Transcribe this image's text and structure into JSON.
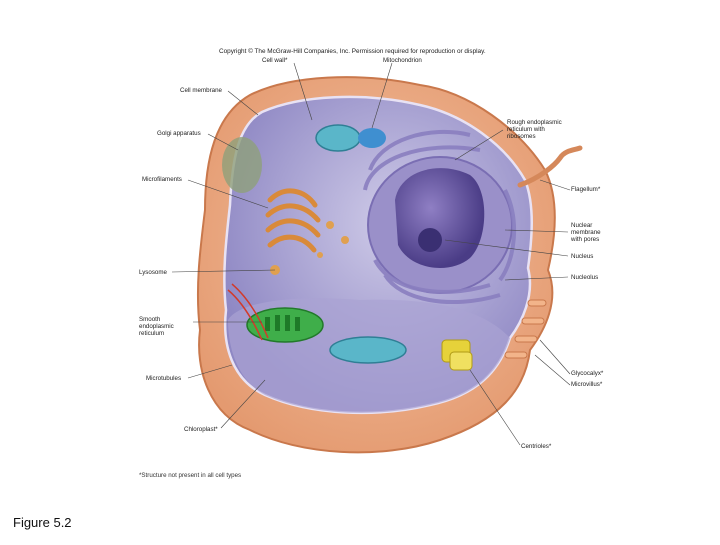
{
  "copyright": "Copyright © The McGraw-Hill Companies, Inc. Permission required for reproduction or display.",
  "footnote": "*Structure not present in all cell types",
  "figure_caption": "Figure 5.2",
  "labels": {
    "cell_wall": "Cell wall*",
    "mitochondrion": "Mitochondrion",
    "cell_membrane": "Cell membrane",
    "golgi": "Golgi apparatus",
    "rough_er": [
      "Rough endoplasmic",
      "reticulum with",
      "ribosomes"
    ],
    "flagellum": "Flagellum*",
    "microfilaments": "Microfilaments",
    "nuclear_membrane": [
      "Nuclear",
      "membrane",
      "with pores"
    ],
    "nucleus": "Nucleus",
    "nucleolus": "Nucleolus",
    "lysosome": "Lysosome",
    "smooth_er": [
      "Smooth",
      "endoplasmic",
      "reticulum"
    ],
    "microtubules": "Microtubules",
    "glycocalyx": "Glycocalyx*",
    "microvillus": "Microvillus*",
    "chloroplast": "Chloroplast*",
    "centrioles": "Centrioles*"
  },
  "colors": {
    "cell_wall": "#e8a27a",
    "cytoplasm": "#b8b3d8",
    "nucleus": "#6f5fa8",
    "golgi": "#d98a3a",
    "chloroplast": "#3fae4a",
    "mitochondrion": "#5ab6c9",
    "centriole": "#e6d23a"
  }
}
